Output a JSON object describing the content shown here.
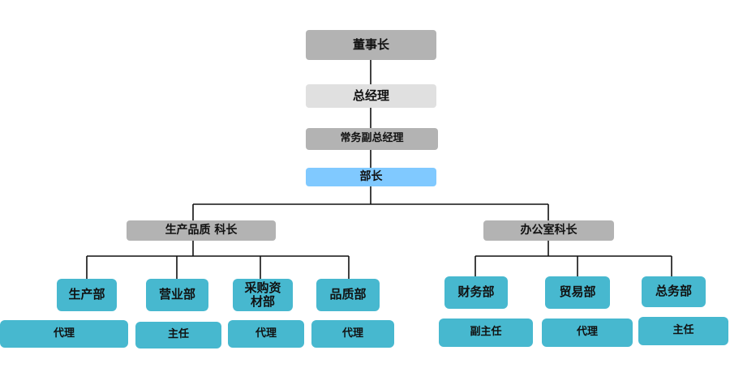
{
  "top": {
    "chairman": "董事长",
    "general_manager": "总经理",
    "executive_vp": "常务副总经理",
    "minister": "部长"
  },
  "sections": {
    "production_quality": {
      "title": "生产品质 科长",
      "departments": [
        {
          "name": "生产部",
          "role": "代理"
        },
        {
          "name": "营业部",
          "role": "主任"
        },
        {
          "name": "采购资材部",
          "role": "代理"
        },
        {
          "name": "品质部",
          "role": "代理"
        }
      ]
    },
    "office": {
      "title": "办公室科长",
      "departments": [
        {
          "name": "财务部",
          "role": "副主任"
        },
        {
          "name": "贸易部",
          "role": "代理"
        },
        {
          "name": "总务部",
          "role": "主任"
        }
      ]
    }
  },
  "colors": {
    "executive": "#b3b3b3",
    "general_manager": "#e0e0e0",
    "minister": "#80c9ff",
    "department": "#47b8cf"
  }
}
